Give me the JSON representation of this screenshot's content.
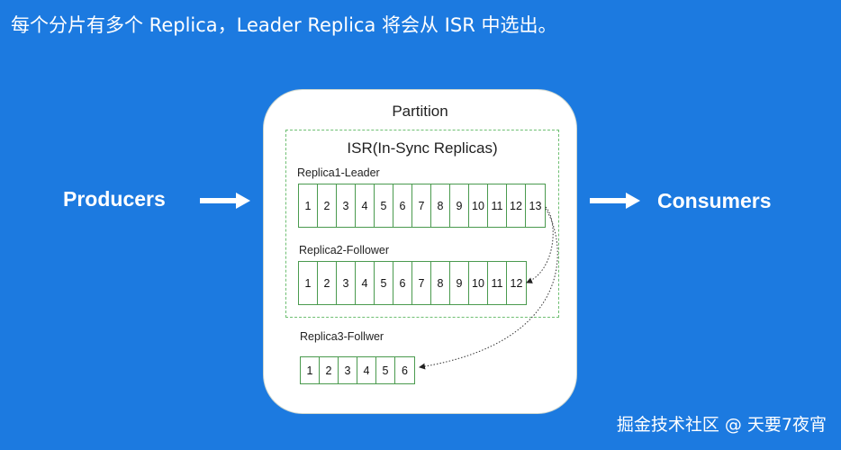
{
  "heading": "每个分片有多个 Replica，Leader Replica 将会从 ISR 中选出。",
  "producers_label": "Producers",
  "consumers_label": "Consumers",
  "partition_title": "Partition",
  "isr_title": "ISR(In-Sync Replicas)",
  "replicas": [
    {
      "label": "Replica1-Leader",
      "offsets": [
        "1",
        "2",
        "3",
        "4",
        "5",
        "6",
        "7",
        "8",
        "9",
        "10",
        "11",
        "12",
        "13"
      ]
    },
    {
      "label": "Replica2-Follower",
      "offsets": [
        "1",
        "2",
        "3",
        "4",
        "5",
        "6",
        "7",
        "8",
        "9",
        "10",
        "11",
        "12"
      ]
    },
    {
      "label": "Replica3-Follwer",
      "offsets": [
        "1",
        "2",
        "3",
        "4",
        "5",
        "6"
      ]
    }
  ],
  "watermark": "掘金技术社区 @ 天要7夜宵",
  "colors": {
    "background": "#1c7ae0",
    "isr_border": "#6fbf73",
    "cell_border": "#4a9a4e"
  }
}
